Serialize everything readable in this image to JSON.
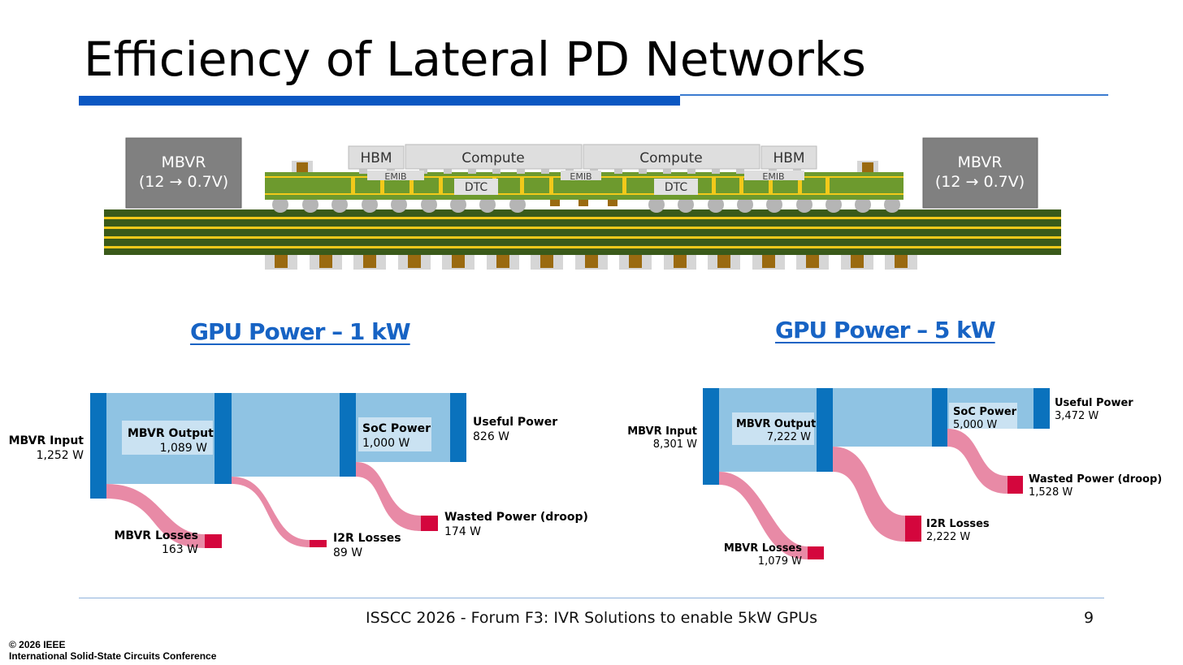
{
  "slide": {
    "title": "Efficiency of Lateral PD Networks",
    "footer": "ISSCC 2026 - Forum F3: IVR Solutions to enable 5kW GPUs",
    "page_number": "9",
    "copyright_line1": "© 2026 IEEE",
    "copyright_line2": "International Solid-State Circuits Conference"
  },
  "package": {
    "mbvr_left_line1": "MBVR",
    "mbvr_left_line2": "(12 → 0.7V)",
    "mbvr_right_line1": "MBVR",
    "mbvr_right_line2": "(12 → 0.7V)",
    "hbm_left": "HBM",
    "hbm_right": "HBM",
    "compute_left": "Compute",
    "compute_right": "Compute",
    "emib_1": "EMIB",
    "emib_2": "EMIB",
    "emib_3": "EMIB",
    "dtc_left": "DTC",
    "dtc_right": "DTC"
  },
  "sankey_1kw": {
    "heading": "GPU Power – 1 kW",
    "mbvr_input_label": "MBVR Input",
    "mbvr_input_value": "1,252 W",
    "mbvr_output_label": "MBVR Output",
    "mbvr_output_value": "1,089 W",
    "soc_power_label": "SoC Power",
    "soc_power_value": "1,000 W",
    "useful_power_label": "Useful Power",
    "useful_power_value": "826 W",
    "mbvr_losses_label": "MBVR Losses",
    "mbvr_losses_value": "163 W",
    "i2r_losses_label": "I2R Losses",
    "i2r_losses_value": "89 W",
    "wasted_label": "Wasted Power (droop)",
    "wasted_value": "174 W"
  },
  "sankey_5kw": {
    "heading": "GPU Power – 5 kW",
    "mbvr_input_label": "MBVR Input",
    "mbvr_input_value": "8,301 W",
    "mbvr_output_label": "MBVR Output",
    "mbvr_output_value": "7,222 W",
    "soc_power_label": "SoC Power",
    "soc_power_value": "5,000 W",
    "useful_power_label": "Useful Power",
    "useful_power_value": "3,472 W",
    "mbvr_losses_label": "MBVR Losses",
    "mbvr_losses_value": "1,079 W",
    "i2r_losses_label": "I2R Losses",
    "i2r_losses_value": "2,222 W",
    "wasted_label": "Wasted Power (droop)",
    "wasted_value": "1,528 W"
  },
  "colors": {
    "node_blue": "#0a72bd",
    "flow_light_blue": "#8fc3e3",
    "loss_pink": "#e88aa6",
    "loss_red": "#d4063d",
    "title_accent": "#0b57c2",
    "substrate_green": "#3a5a1a",
    "interposer_green": "#6d9a2e",
    "trace_yellow": "#f2c91a"
  }
}
